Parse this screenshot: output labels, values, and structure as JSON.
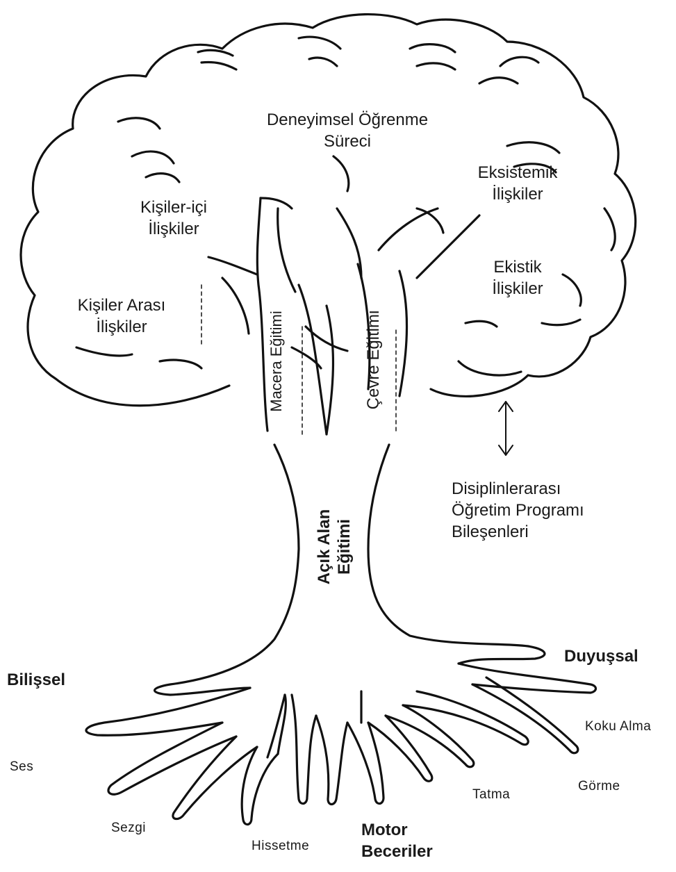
{
  "labels": {
    "deneyimsel": [
      "Deneyimsel Öğrenme",
      "Süreci"
    ],
    "kisiler_ici": [
      "Kişiler-içi",
      "İlişkiler"
    ],
    "kisiler_arasi": [
      "Kişiler Arası",
      "İlişkiler"
    ],
    "eksistemik": [
      "Eksistemik",
      "İlişkiler"
    ],
    "ekistik": [
      "Ekistik",
      "İlişkiler"
    ],
    "macera": "Macera Eğitimi",
    "cevre": "Çevre Eğitimi",
    "acik_alan": [
      "Açık Alan",
      "Eğitimi"
    ],
    "disiplinlerarasi": [
      "Disiplinlerarası",
      "Öğretim Programı",
      "Bileşenleri"
    ],
    "bilissel": "Bilişsel",
    "duyussal": "Duyuşsal",
    "motor": [
      "Motor",
      "Beceriler"
    ],
    "ses": "Ses",
    "sezgi": "Sezgi",
    "hissetme": "Hissetme",
    "tatma": "Tatma",
    "gorme": "Görme",
    "koku_alma": "Koku Alma"
  }
}
